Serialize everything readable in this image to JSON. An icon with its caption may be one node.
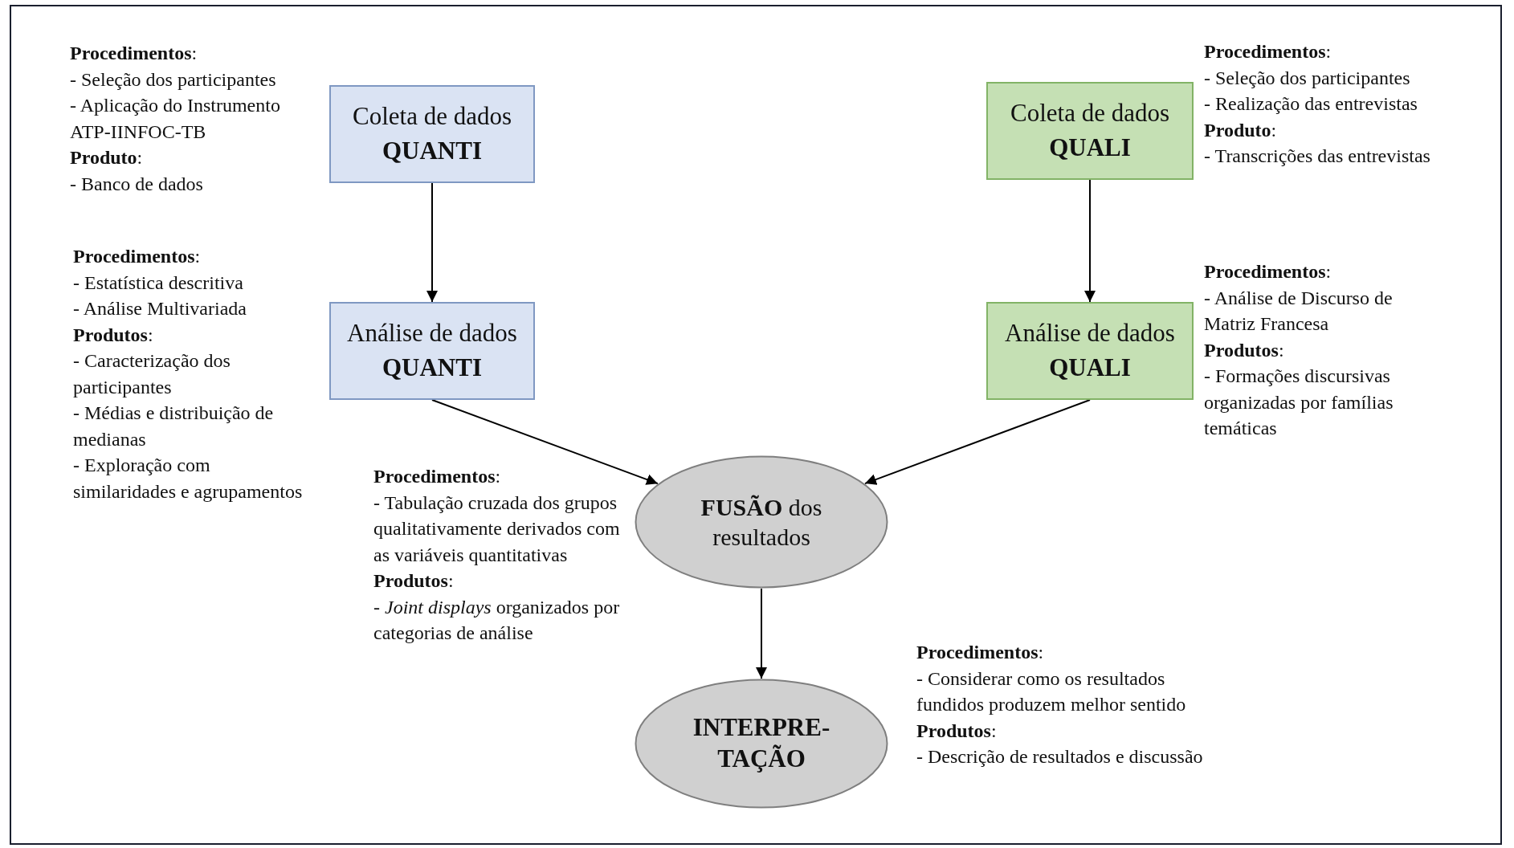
{
  "diagram": {
    "nodes": [
      {
        "text": [
          "Coleta de dados",
          "QUANTI"
        ],
        "beside": [
          "**Procedimentos**:",
          "- Seleção dos participantes",
          "- Aplicação do Instrumento ATP-IINFOC-TB",
          "**Produto**:",
          "- Banco de dados"
        ]
      },
      {
        "text": [
          "Análise de dados",
          "QUANTI"
        ],
        "beside": [
          "**Procedimentos**:",
          "- Estatística descritiva",
          "- Análise Multivariada",
          "**Produtos**:",
          "- Caracterização dos participantes",
          "- Médias e distribuição de medianas",
          "- Exploração com similaridades e agrupamentos"
        ]
      },
      {
        "text": [
          "Coleta de dados",
          "QUALI"
        ],
        "beside": [
          "**Procedimentos**:",
          "- Seleção dos participantes",
          "- Realização das entrevistas",
          "**Produto**:",
          "- Transcrições das entrevistas"
        ]
      },
      {
        "text": [
          "Análise de dados",
          "QUALI"
        ],
        "beside": [
          "**Procedimentos**:",
          "- Análise de Discurso de Matriz Francesa",
          "**Produtos**:",
          "- Formações discursivas organizadas por famílias temáticas"
        ]
      },
      {
        "text": [
          "**FUSÃO** dos resultados"
        ],
        "beside": [
          "**Procedimentos**:",
          "- Tabulação cruzada dos grupos qualitativamente derivados com as variáveis quantitativas",
          "**Produtos**:",
          "- *Joint displays* organizados por categorias de análise"
        ]
      },
      {
        "text": [
          "INTERPRE- TAÇÃO"
        ],
        "beside": [
          "**Procedimentos**:",
          "- Considerar como os resultados fundidos produzem melhor sentido",
          "**Produtos**:",
          "- Descrição de resultados e discussão"
        ]
      }
    ],
    "edges": [
      {
        "from": 0,
        "to": 1,
        "arrow": "to"
      },
      {
        "from": 2,
        "to": 3,
        "arrow": "to"
      },
      {
        "from": 1,
        "to": 4,
        "arrow": "to"
      },
      {
        "from": 3,
        "to": 4,
        "arrow": "to"
      },
      {
        "from": 4,
        "to": 5,
        "arrow": "to"
      }
    ]
  }
}
